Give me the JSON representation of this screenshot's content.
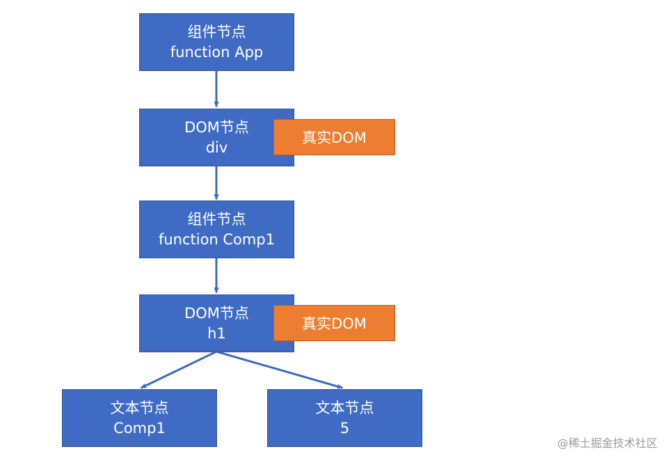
{
  "colors": {
    "node_fill": "#3f6bc4",
    "tag_fill": "#ed7d31",
    "edge": "#3f6bc4",
    "text": "#ffffff"
  },
  "nodes": {
    "app": {
      "line1": "组件节点",
      "line2": "function App"
    },
    "div": {
      "line1": "DOM节点",
      "line2": "div"
    },
    "comp1": {
      "line1": "组件节点",
      "line2": "function Comp1"
    },
    "h1": {
      "line1": "DOM节点",
      "line2": "h1"
    },
    "text_comp1": {
      "line1": "文本节点",
      "line2": "Comp1"
    },
    "text_5": {
      "line1": "文本节点",
      "line2": "5"
    }
  },
  "tags": {
    "div_real_dom": "真实DOM",
    "h1_real_dom": "真实DOM"
  },
  "edges": [
    [
      "app",
      "div"
    ],
    [
      "div",
      "comp1"
    ],
    [
      "comp1",
      "h1"
    ],
    [
      "h1",
      "text_comp1"
    ],
    [
      "h1",
      "text_5"
    ]
  ],
  "watermark": "@稀土掘金技术社区"
}
